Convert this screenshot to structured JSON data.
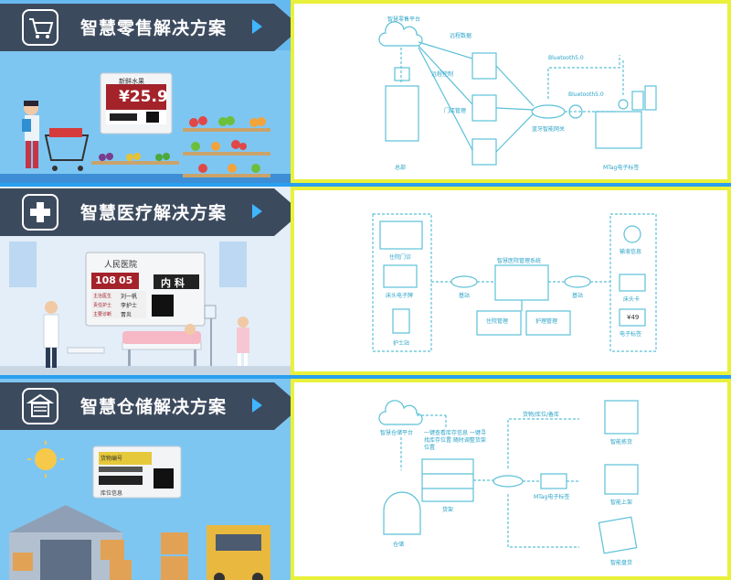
{
  "sections": [
    {
      "title": "智慧零售解决方案",
      "icon": "shopping-cart-icon",
      "tag": {
        "header": "新鲜水果",
        "price": "¥25.9"
      },
      "diagram": {
        "platform": "智慧零售平台",
        "flow_a": "远程数据",
        "flow_b": "远程控制",
        "flow_c": "门店管理",
        "bt1": "Bluetooth5.0",
        "bt2": "Bluetooth5.0",
        "hq": "总部",
        "gateway": "蓝牙智能网关",
        "tag": "MTag电子标签"
      }
    },
    {
      "title": "智慧医疗解决方案",
      "icon": "medical-cross-icon",
      "tag": {
        "hospital": "人民医院",
        "room": "108",
        "bed": "05",
        "dept": "内 科",
        "doctor": "刘一帆",
        "nurse": "李护士",
        "label1": "主治医生",
        "label2": "责任护士",
        "label3": "主要诊断",
        "value3": "胃炎"
      },
      "diagram": {
        "left1": "住院门诊",
        "left2": "床头电子牌",
        "left3": "护士站",
        "center": "智慧医院管理系统",
        "c1": "基站",
        "c2": "基站",
        "right1": "输液信息",
        "right2": "床头卡",
        "right3": "电子标签",
        "sub1": "住院管理",
        "sub2": "护理管理",
        "price": "¥49"
      }
    },
    {
      "title": "智慧仓储解决方案",
      "icon": "warehouse-icon",
      "tag": {
        "line1": "货物编号",
        "line2": "库位信息"
      },
      "diagram": {
        "platform": "智慧仓储平台",
        "desc": "一键查看库存信息 一键寻找库存位置 随时调整货架位置",
        "shelf": "货架",
        "warehouse": "仓储",
        "mtag": "MTag电子标签",
        "top_flow": "货物/库位/备库",
        "r1": "智能拣货",
        "r2": "智能上架",
        "r3": "智能盘货"
      }
    }
  ],
  "colors": {
    "banner": "#3c4a5e",
    "sky": "#2a9ff0",
    "accent_yellow": "#e9f13a",
    "line": "#5cc0d8"
  }
}
